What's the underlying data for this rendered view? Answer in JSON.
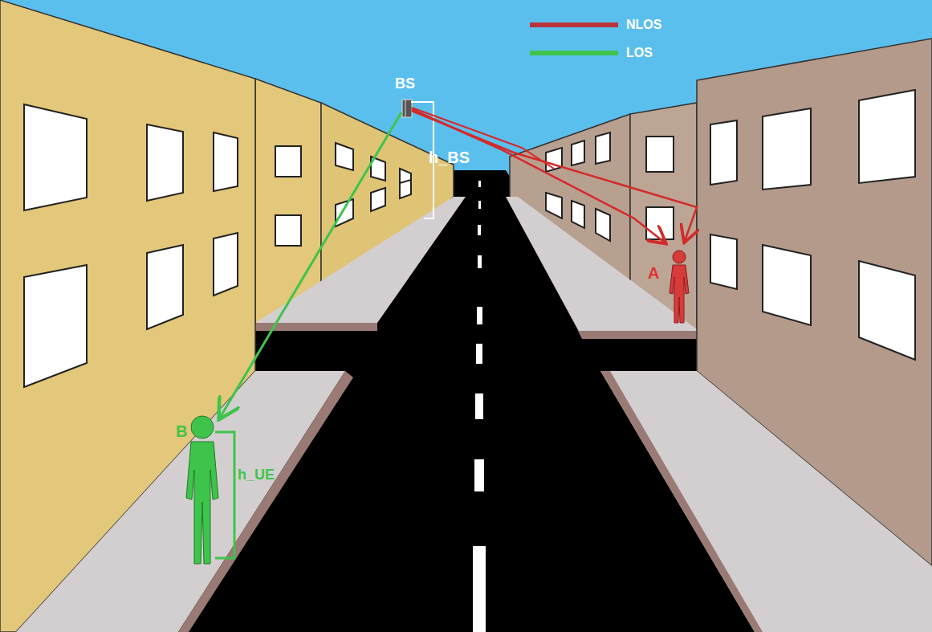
{
  "diagram": {
    "labels": [
      "BS",
      "h_BS",
      "A",
      "B",
      "h_UE"
    ],
    "legend": [
      {
        "text": "NLOS"
      },
      {
        "text": "LOS"
      }
    ]
  }
}
